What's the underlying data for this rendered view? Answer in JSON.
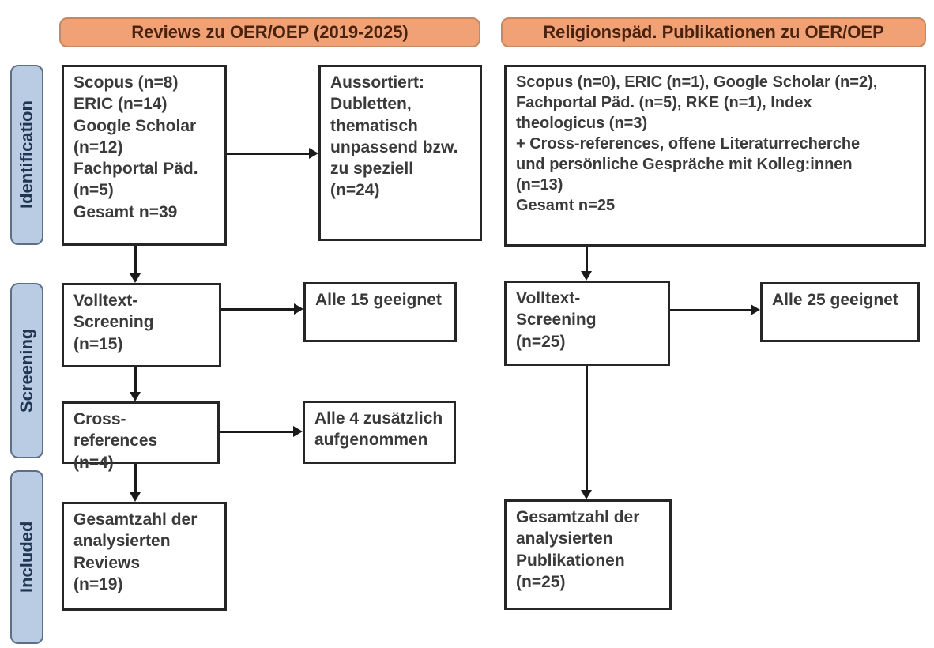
{
  "colors": {
    "header_fill": "#f0a175",
    "header_border": "#c9875f",
    "header_text": "#4a2310",
    "stage_fill": "#b9cce4",
    "stage_border": "#5d6e88",
    "stage_text": "#1f3550",
    "box_border": "#262626",
    "box_text": "#3a3a3a",
    "arrow": "#1a1a1a",
    "background": "#ffffff"
  },
  "headers": {
    "left": "Reviews zu OER/OEP (2019-2025)",
    "right": "Religionspäd. Publikationen zu OER/OEP"
  },
  "stages": [
    {
      "label": "Identification"
    },
    {
      "label": "Screening"
    },
    {
      "label": "Included"
    }
  ],
  "left_flow": {
    "identification_sources": "Scopus (n=8)\nERIC (n=14)\nGoogle Scholar\n(n=12)\nFachportal Päd.\n(n=5)\nGesamt n=39",
    "excluded": "Aussortiert:\nDubletten,\nthematisch\nunpassend bzw.\nzu speziell\n(n=24)",
    "fulltext_screening": "Volltext-\nScreening\n(n=15)",
    "fulltext_result": "Alle 15 geeignet",
    "cross_references": "Cross-references\n(n=4)",
    "cross_references_result": "Alle 4 zusätzlich\naufgenommen",
    "included_total": "Gesamtzahl der\nanalysierten\nReviews\n(n=19)"
  },
  "right_flow": {
    "identification_sources": "Scopus (n=0), ERIC (n=1), Google Scholar (n=2),\nFachportal Päd. (n=5), RKE (n=1), Index\ntheologicus (n=3)\n+ Cross-references, offene Literaturrecherche\nund persönliche Gespräche mit Kolleg:innen\n(n=13)\nGesamt n=25",
    "fulltext_screening": "Volltext-\nScreening\n(n=25)",
    "fulltext_result": "Alle 25 geeignet",
    "included_total": "Gesamtzahl der\nanalysierten\nPublikationen\n(n=25)"
  }
}
